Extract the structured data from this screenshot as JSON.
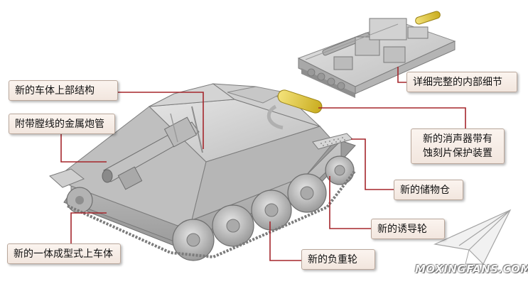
{
  "callouts": {
    "upper_body": "新的车体上部结构",
    "metal_barrel": "附带膛线的金属炮管",
    "one_piece_hull": "新的一体成型式上车体",
    "interior_detail": "详细完整的内部细节",
    "muffler_line1": "新的消声器带有",
    "muffler_line2": "蚀刻片保护装置",
    "storage_bin": "新的储物仓",
    "idler_wheel": "新的诱导轮",
    "road_wheel": "新的负重轮"
  },
  "watermark": "MOXINGFANS.COM",
  "colors": {
    "leader_line": "#a5262c",
    "callout_border": "#b9a79b",
    "model_grey": "#c8c8c8",
    "muffler_yellow": "#e8d24a"
  }
}
